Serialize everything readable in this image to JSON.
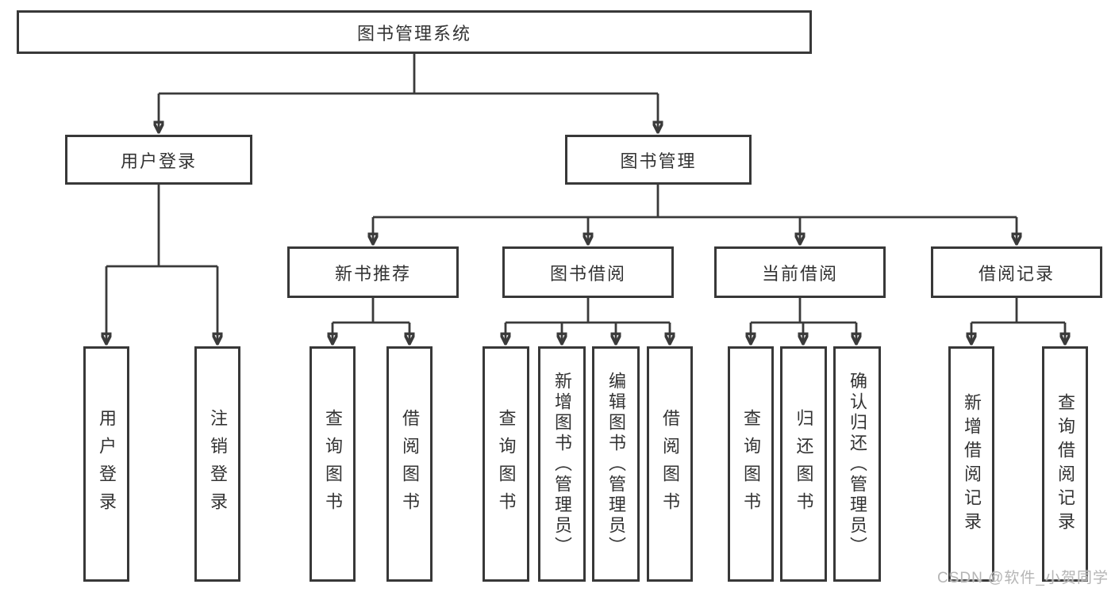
{
  "diagram": {
    "root": {
      "label": "图书管理系统"
    },
    "user_login": {
      "label": "用户登录",
      "children": [
        {
          "label": "用户登录"
        },
        {
          "label": "注销登录"
        }
      ]
    },
    "book_mgmt": {
      "label": "图书管理",
      "sections": [
        {
          "label": "新书推荐",
          "children": [
            {
              "label": "查询图书"
            },
            {
              "label": "借阅图书"
            }
          ]
        },
        {
          "label": "图书借阅",
          "children": [
            {
              "label": "查询图书"
            },
            {
              "label": "新增图书（管理员）"
            },
            {
              "label": "编辑图书（管理员）"
            },
            {
              "label": "借阅图书"
            }
          ]
        },
        {
          "label": "当前借阅",
          "children": [
            {
              "label": "查询图书"
            },
            {
              "label": "归还图书"
            },
            {
              "label": "确认归还（管理员）"
            }
          ]
        },
        {
          "label": "借阅记录",
          "children": [
            {
              "label": "新增借阅记录"
            },
            {
              "label": "查询借阅记录"
            }
          ]
        }
      ]
    }
  },
  "watermark": {
    "text": "CSDN @软件_小贺同学"
  },
  "colors": {
    "line": "#3a3a3a",
    "border": "#383838",
    "text": "#333333",
    "watermark": "#b5b5b5",
    "background": "#ffffff"
  }
}
